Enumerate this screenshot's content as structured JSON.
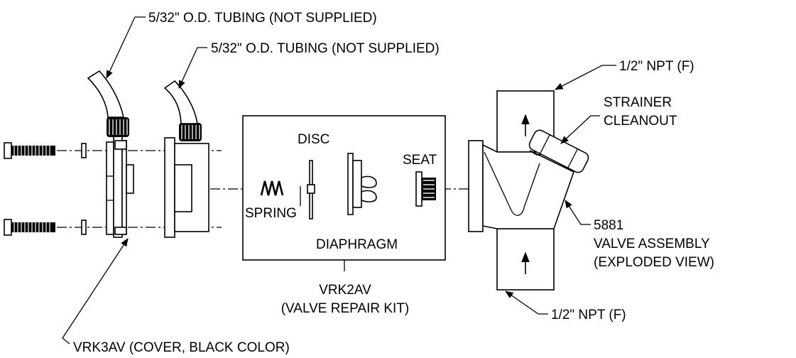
{
  "labels": {
    "tubing_1": "5/32\" O.D. TUBING (NOT SUPPLIED)",
    "tubing_2": "5/32\" O.D. TUBING (NOT SUPPLIED)",
    "npt_top": "1/2\" NPT (F)",
    "npt_bottom": "1/2\" NPT (F)",
    "strainer_line1": "STRAINER",
    "strainer_line2": "CLEANOUT",
    "disc": "DISC",
    "seat": "SEAT",
    "spring": "SPRING",
    "diaphragm": "DIAPHRAGM",
    "valve_number": "5881",
    "valve_line2": "VALVE ASSEMBLY",
    "valve_line3": "(EXPLODED VIEW)",
    "kit_line1": "VRK2AV",
    "kit_line2": "(VALVE REPAIR KIT)",
    "cover": "VRK3AV (COVER, BLACK COLOR)"
  },
  "colors": {
    "line": "#000000",
    "background": "#ffffff"
  }
}
